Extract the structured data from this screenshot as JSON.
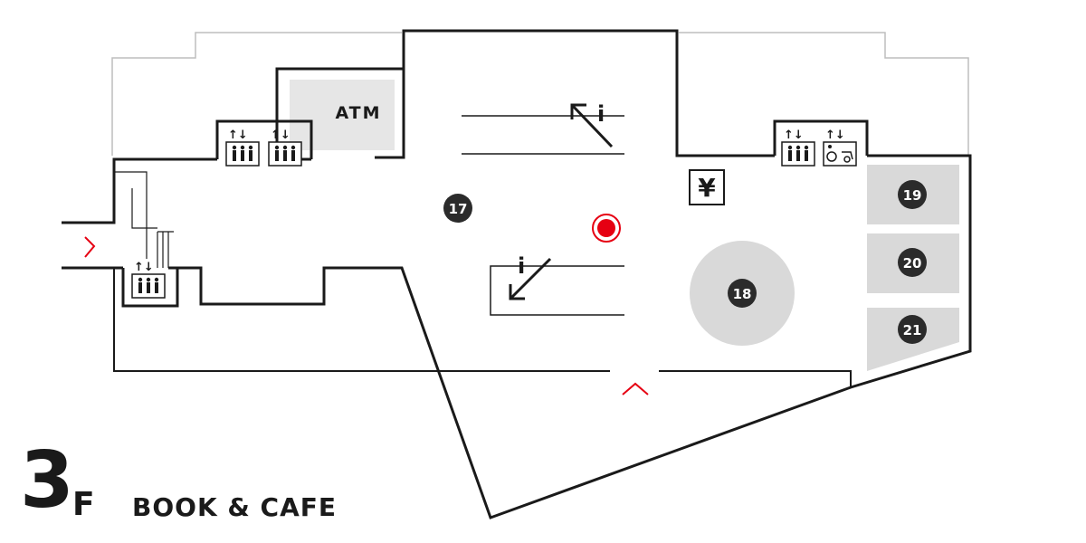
{
  "floor": {
    "number": "3",
    "suffix": "F",
    "name": "BOOK & CAFE"
  },
  "facilities": {
    "atm_label": "ATM",
    "yen_symbol": "¥",
    "info_symbol": "i"
  },
  "spots": [
    {
      "id": "17",
      "label": "17"
    },
    {
      "id": "18",
      "label": "18"
    },
    {
      "id": "19",
      "label": "19"
    },
    {
      "id": "20",
      "label": "20"
    },
    {
      "id": "21",
      "label": "21"
    }
  ],
  "colors": {
    "wall": "#1a1a1a",
    "outer_line": "#bdbdbd",
    "block_fill": "#d9d9d9",
    "marker_red": "#e60012",
    "badge_fill": "#2b2b2b",
    "badge_text": "#ffffff"
  },
  "icons": {
    "elevator": "elevator-icon",
    "accessible_elevator": "accessible-elevator-icon",
    "escalator": "escalator-icon",
    "entrance_arrow": "entrance-arrow-icon",
    "current_location": "current-location-icon"
  }
}
